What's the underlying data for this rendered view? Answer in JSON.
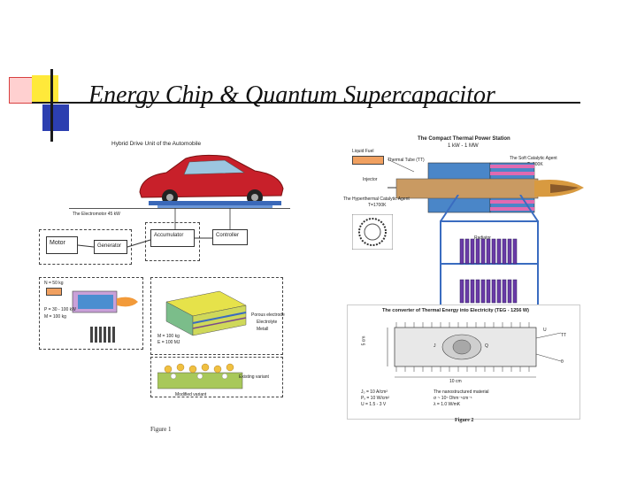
{
  "slide": {
    "title": "Energy Chip & Quantum Supercapacitor"
  },
  "figure1": {
    "car_label": "Hybrid Drive Unit of the Automobile",
    "electromotor_label": "The Electromotor 45 kW",
    "motor_label": "Motor",
    "generator_label": "Generator",
    "accumulator_label": "Accumulator",
    "controller_label": "Controller",
    "power_top": "N = 50 kg",
    "power_mid": "P = 30 - 100 kW",
    "power_bot": "M = 100 kg",
    "porous_electrode": "Porous electrode",
    "electrolyte": "Electrolyte",
    "metall": "Metall",
    "mass": "M = 100 kg",
    "energy": "E = 100 MJ",
    "existing_variant": "Existing variant",
    "modified_variant": "Modified variant",
    "caption": "Figure 1"
  },
  "figure2": {
    "station_title": "The Compact Thermal Power Station",
    "station_power": "1 kW - 1 MW",
    "liquid_fuel": "Liquid Fuel",
    "thermal_tube": "Thermal Tube (TT)",
    "soft_agent": "The Soft Catalytic Agent",
    "soft_temp": "T~900K",
    "injector": "Injector",
    "hyper_agent": "The Hyperthermal Catalytic Agent",
    "hyper_temp": "T=1700K",
    "radiator": "Radiator",
    "converter_title": "The converter of Thermal Energy into Electricity (TEG - 1256 W)",
    "dim_5cm": "5 cm",
    "dim_10cm": "10 cm",
    "label_tt": "TT",
    "label_q": "Q",
    "label_j": "J",
    "label_u": "U",
    "label_theta": "θ",
    "param_j": "J₀ = 10 A/cm²",
    "param_p": "Pₓ = 10 W/cm²",
    "param_u": "U = 1.5 - 3 V",
    "material_title": "The nanostructured material",
    "material_sigma": "σ ~ 10⁷ Ohm⁻¹cm⁻¹",
    "material_lambda": "λ = 1.0 W/mK",
    "caption": "Figure 2"
  }
}
